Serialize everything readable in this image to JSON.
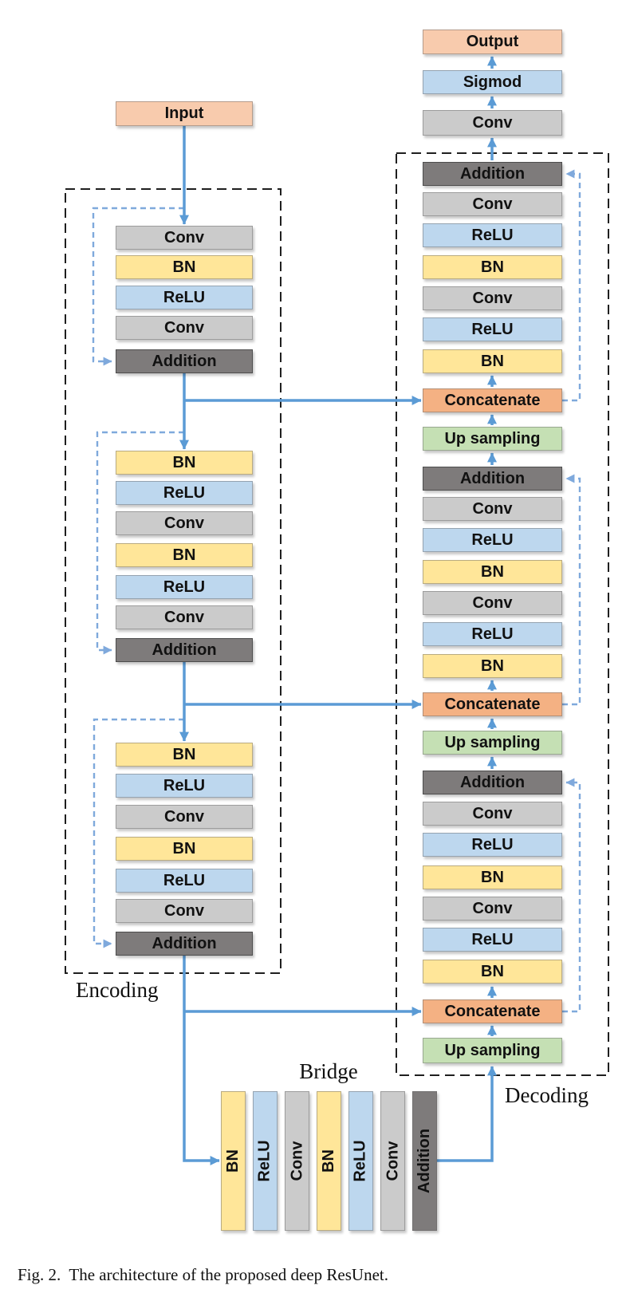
{
  "palette": {
    "io_fill": "#F8CBAD",
    "concat_fill": "#F4B183",
    "bn_fill": "#FFE699",
    "relu_fill": "#BDD7EE",
    "conv_fill": "#CBCBCB",
    "add_fill": "#7E7B7B",
    "up_fill": "#C5E0B4",
    "arrow": "#5B9BD5",
    "skip": "#7FA9DC",
    "frame": "#1F1F1F",
    "text": "#111111"
  },
  "diagram": {
    "input_label": "Input",
    "encoder": {
      "label": "Encoding",
      "blocks": [
        {
          "layers": [
            "Conv",
            "BN",
            "ReLU",
            "Conv",
            "Addition"
          ]
        },
        {
          "layers": [
            "BN",
            "ReLU",
            "Conv",
            "BN",
            "ReLU",
            "Conv",
            "Addition"
          ]
        },
        {
          "layers": [
            "BN",
            "ReLU",
            "Conv",
            "BN",
            "ReLU",
            "Conv",
            "Addition"
          ]
        }
      ]
    },
    "bridge": {
      "label": "Bridge",
      "layers": [
        "BN",
        "ReLU",
        "Conv",
        "BN",
        "ReLU",
        "Conv",
        "Addition"
      ]
    },
    "decoder": {
      "label": "Decoding",
      "head": [
        "Output",
        "Sigmod",
        "Conv"
      ],
      "blocks": [
        {
          "layers": [
            "Addition",
            "Conv",
            "ReLU",
            "BN",
            "Conv",
            "ReLU",
            "BN",
            "Concatenate",
            "Up sampling"
          ]
        },
        {
          "layers": [
            "Addition",
            "Conv",
            "ReLU",
            "BN",
            "Conv",
            "ReLU",
            "BN",
            "Concatenate",
            "Up sampling"
          ]
        },
        {
          "layers": [
            "Addition",
            "Conv",
            "ReLU",
            "BN",
            "Conv",
            "ReLU",
            "BN",
            "Concatenate",
            "Up sampling"
          ]
        }
      ]
    },
    "caption": "Fig. 2.  The architecture of the proposed deep ResUnet."
  }
}
